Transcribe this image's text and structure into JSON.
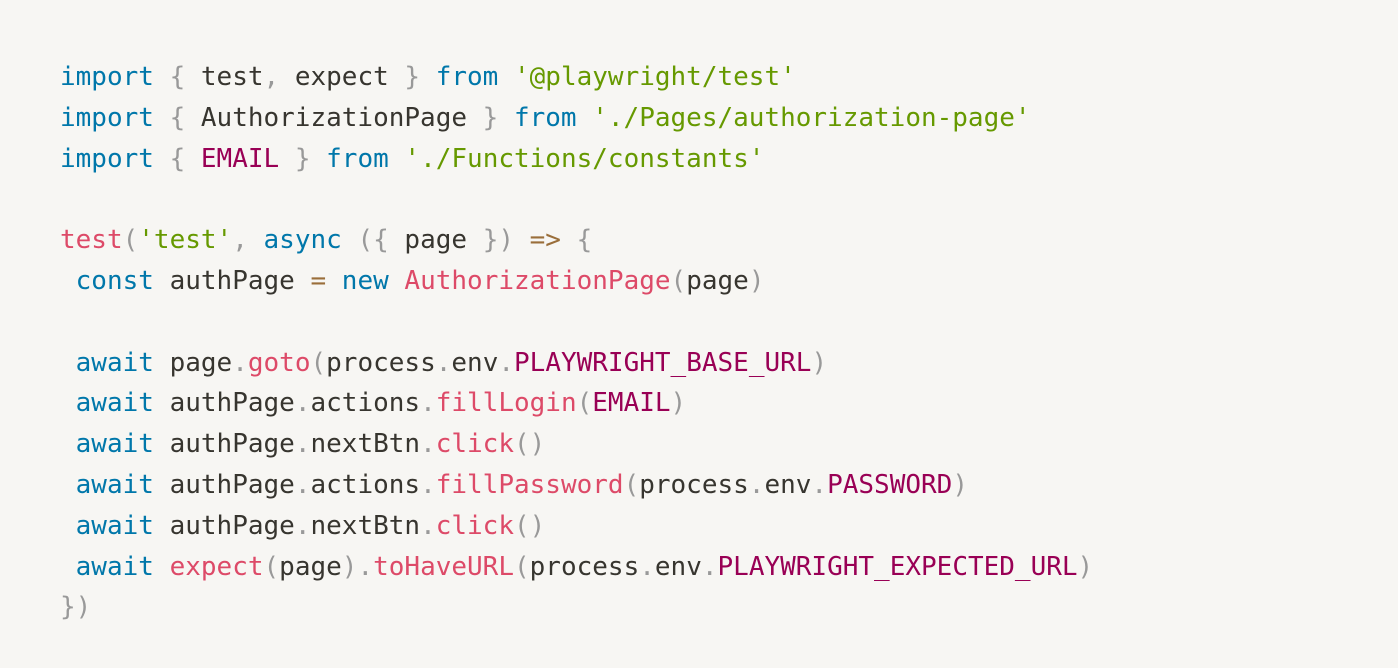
{
  "code": {
    "lines": [
      [
        {
          "t": "import",
          "c": "kw"
        },
        {
          "t": " ",
          "c": "plain"
        },
        {
          "t": "{",
          "c": "punc"
        },
        {
          "t": " test",
          "c": "plain"
        },
        {
          "t": ",",
          "c": "punc"
        },
        {
          "t": " expect ",
          "c": "plain"
        },
        {
          "t": "}",
          "c": "punc"
        },
        {
          "t": " ",
          "c": "plain"
        },
        {
          "t": "from",
          "c": "kw"
        },
        {
          "t": " ",
          "c": "plain"
        },
        {
          "t": "'@playwright/test'",
          "c": "str"
        }
      ],
      [
        {
          "t": "import",
          "c": "kw"
        },
        {
          "t": " ",
          "c": "plain"
        },
        {
          "t": "{",
          "c": "punc"
        },
        {
          "t": " AuthorizationPage ",
          "c": "plain"
        },
        {
          "t": "}",
          "c": "punc"
        },
        {
          "t": " ",
          "c": "plain"
        },
        {
          "t": "from",
          "c": "kw"
        },
        {
          "t": " ",
          "c": "plain"
        },
        {
          "t": "'./Pages/authorization-page'",
          "c": "str"
        }
      ],
      [
        {
          "t": "import",
          "c": "kw"
        },
        {
          "t": " ",
          "c": "plain"
        },
        {
          "t": "{",
          "c": "punc"
        },
        {
          "t": " ",
          "c": "plain"
        },
        {
          "t": "EMAIL",
          "c": "const"
        },
        {
          "t": " ",
          "c": "plain"
        },
        {
          "t": "}",
          "c": "punc"
        },
        {
          "t": " ",
          "c": "plain"
        },
        {
          "t": "from",
          "c": "kw"
        },
        {
          "t": " ",
          "c": "plain"
        },
        {
          "t": "'./Functions/constants'",
          "c": "str"
        }
      ],
      [],
      [
        {
          "t": "test",
          "c": "fn"
        },
        {
          "t": "(",
          "c": "punc"
        },
        {
          "t": "'test'",
          "c": "str"
        },
        {
          "t": ",",
          "c": "punc"
        },
        {
          "t": " ",
          "c": "plain"
        },
        {
          "t": "async",
          "c": "kw"
        },
        {
          "t": " ",
          "c": "plain"
        },
        {
          "t": "({",
          "c": "punc"
        },
        {
          "t": " page ",
          "c": "plain"
        },
        {
          "t": "})",
          "c": "punc"
        },
        {
          "t": " ",
          "c": "plain"
        },
        {
          "t": "=>",
          "c": "op"
        },
        {
          "t": " ",
          "c": "plain"
        },
        {
          "t": "{",
          "c": "punc"
        }
      ],
      [
        {
          "t": " ",
          "c": "plain"
        },
        {
          "t": "const",
          "c": "kw"
        },
        {
          "t": " authPage ",
          "c": "plain"
        },
        {
          "t": "=",
          "c": "op"
        },
        {
          "t": " ",
          "c": "plain"
        },
        {
          "t": "new",
          "c": "kw"
        },
        {
          "t": " ",
          "c": "plain"
        },
        {
          "t": "AuthorizationPage",
          "c": "fn"
        },
        {
          "t": "(",
          "c": "punc"
        },
        {
          "t": "page",
          "c": "plain"
        },
        {
          "t": ")",
          "c": "punc"
        }
      ],
      [],
      [
        {
          "t": " ",
          "c": "plain"
        },
        {
          "t": "await",
          "c": "kw"
        },
        {
          "t": " page",
          "c": "plain"
        },
        {
          "t": ".",
          "c": "punc"
        },
        {
          "t": "goto",
          "c": "fn"
        },
        {
          "t": "(",
          "c": "punc"
        },
        {
          "t": "process",
          "c": "plain"
        },
        {
          "t": ".",
          "c": "punc"
        },
        {
          "t": "env",
          "c": "plain"
        },
        {
          "t": ".",
          "c": "punc"
        },
        {
          "t": "PLAYWRIGHT_BASE_URL",
          "c": "const"
        },
        {
          "t": ")",
          "c": "punc"
        }
      ],
      [
        {
          "t": " ",
          "c": "plain"
        },
        {
          "t": "await",
          "c": "kw"
        },
        {
          "t": " authPage",
          "c": "plain"
        },
        {
          "t": ".",
          "c": "punc"
        },
        {
          "t": "actions",
          "c": "plain"
        },
        {
          "t": ".",
          "c": "punc"
        },
        {
          "t": "fillLogin",
          "c": "fn"
        },
        {
          "t": "(",
          "c": "punc"
        },
        {
          "t": "EMAIL",
          "c": "const"
        },
        {
          "t": ")",
          "c": "punc"
        }
      ],
      [
        {
          "t": " ",
          "c": "plain"
        },
        {
          "t": "await",
          "c": "kw"
        },
        {
          "t": " authPage",
          "c": "plain"
        },
        {
          "t": ".",
          "c": "punc"
        },
        {
          "t": "nextBtn",
          "c": "plain"
        },
        {
          "t": ".",
          "c": "punc"
        },
        {
          "t": "click",
          "c": "fn"
        },
        {
          "t": "()",
          "c": "punc"
        }
      ],
      [
        {
          "t": " ",
          "c": "plain"
        },
        {
          "t": "await",
          "c": "kw"
        },
        {
          "t": " authPage",
          "c": "plain"
        },
        {
          "t": ".",
          "c": "punc"
        },
        {
          "t": "actions",
          "c": "plain"
        },
        {
          "t": ".",
          "c": "punc"
        },
        {
          "t": "fillPassword",
          "c": "fn"
        },
        {
          "t": "(",
          "c": "punc"
        },
        {
          "t": "process",
          "c": "plain"
        },
        {
          "t": ".",
          "c": "punc"
        },
        {
          "t": "env",
          "c": "plain"
        },
        {
          "t": ".",
          "c": "punc"
        },
        {
          "t": "PASSWORD",
          "c": "const"
        },
        {
          "t": ")",
          "c": "punc"
        }
      ],
      [
        {
          "t": " ",
          "c": "plain"
        },
        {
          "t": "await",
          "c": "kw"
        },
        {
          "t": " authPage",
          "c": "plain"
        },
        {
          "t": ".",
          "c": "punc"
        },
        {
          "t": "nextBtn",
          "c": "plain"
        },
        {
          "t": ".",
          "c": "punc"
        },
        {
          "t": "click",
          "c": "fn"
        },
        {
          "t": "()",
          "c": "punc"
        }
      ],
      [
        {
          "t": " ",
          "c": "plain"
        },
        {
          "t": "await",
          "c": "kw"
        },
        {
          "t": " ",
          "c": "plain"
        },
        {
          "t": "expect",
          "c": "fn"
        },
        {
          "t": "(",
          "c": "punc"
        },
        {
          "t": "page",
          "c": "plain"
        },
        {
          "t": ")",
          "c": "punc"
        },
        {
          "t": ".",
          "c": "punc"
        },
        {
          "t": "toHaveURL",
          "c": "fn"
        },
        {
          "t": "(",
          "c": "punc"
        },
        {
          "t": "process",
          "c": "plain"
        },
        {
          "t": ".",
          "c": "punc"
        },
        {
          "t": "env",
          "c": "plain"
        },
        {
          "t": ".",
          "c": "punc"
        },
        {
          "t": "PLAYWRIGHT_EXPECTED_URL",
          "c": "const"
        },
        {
          "t": ")",
          "c": "punc"
        }
      ],
      [
        {
          "t": "})",
          "c": "punc"
        }
      ]
    ]
  }
}
